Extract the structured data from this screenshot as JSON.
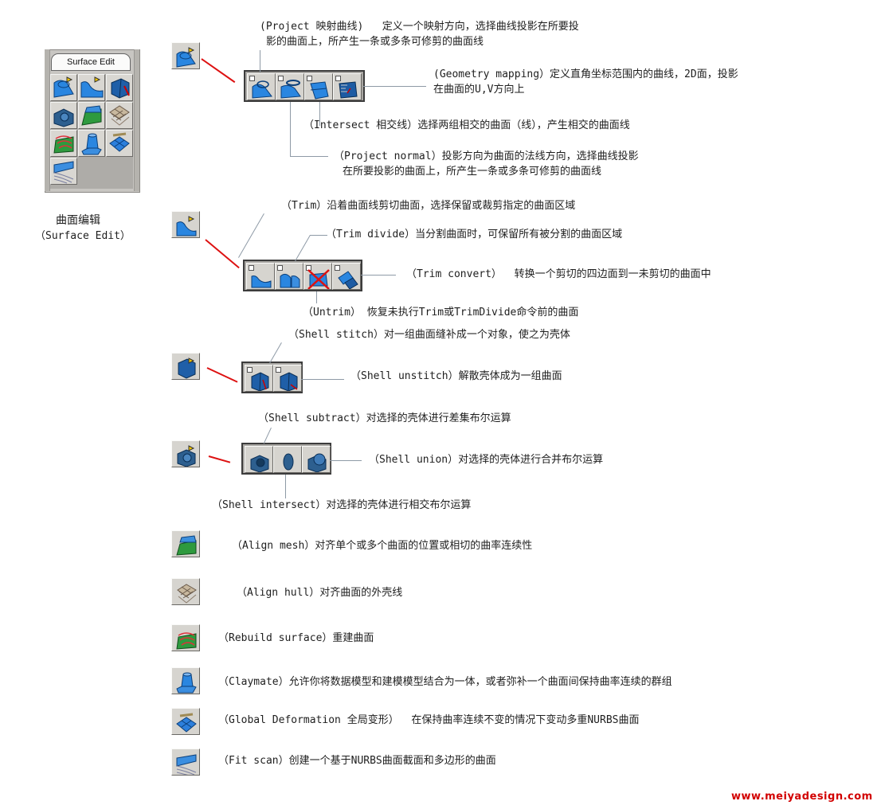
{
  "palette": {
    "tab_label": "Surface Edit",
    "caption_cn": "曲面编辑",
    "caption_en": "（Surface Edit）"
  },
  "project": {
    "desc_1": "(Project 映射曲线)   定义一个映射方向，选择曲线投影在所要投",
    "desc_2": "影的曲面上，所产生一条或多条可修剪的曲面线",
    "geometry_1": "(Geometry mapping）定义直角坐标范围内的曲线，2D面，投影",
    "geometry_2": "在曲面的U,V方向上",
    "intersect": "（Intersect 相交线）选择两组相交的曲面（线），产生相交的曲面线",
    "normal_1": "（Project normal）投影方向为曲面的法线方向，选择曲线投影",
    "normal_2": "在所要投影的曲面上，所产生一条或多条可修剪的曲面线"
  },
  "trim": {
    "trim": "（Trim）沿着曲面线剪切曲面，选择保留或裁剪指定的曲面区域",
    "divide": "（Trim divide）当分割曲面时，可保留所有被分割的曲面区域",
    "convert": "（Trim convert）  转换一个剪切的四边面到一未剪切的曲面中",
    "untrim": "（Untrim） 恢复未执行Trim或TrimDivide命令前的曲面"
  },
  "shell": {
    "stitch": "（Shell stitch）对一组曲面缝补成一个对象，使之为壳体",
    "unstitch": "（Shell unstitch）解散壳体成为一组曲面",
    "subtract": "（Shell subtract）对选择的壳体进行差集布尔运算",
    "union": "（Shell union）对选择的壳体进行合并布尔运算",
    "intersect": "（Shell intersect）对选择的壳体进行相交布尔运算"
  },
  "tools": {
    "align_mesh": "（Align mesh）对齐单个或多个曲面的位置或相切的曲率连续性",
    "align_hull": "（Align hull）对齐曲面的外壳线",
    "rebuild": "（Rebuild surface）重建曲面",
    "claymate": "（Claymate）允许你将数据模型和建模模型结合为一体，或者弥补一个曲面间保持曲率连续的群组",
    "global": "（Global Deformation 全局变形）  在保持曲率连续不变的情况下变动多重NURBS曲面",
    "fit_scan": "（Fit scan）创建一个基于NURBS曲面截面和多边形的曲面"
  },
  "footer": "www.meiyadesign.com",
  "colors": {
    "accent_red": "#d20000",
    "icon_blue": "#1f78d8",
    "button_face": "#d6d4cf"
  }
}
